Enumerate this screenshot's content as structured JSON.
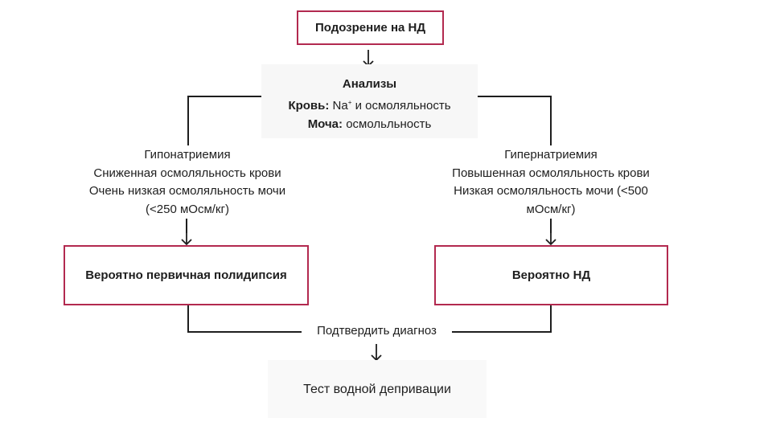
{
  "suspicion": {
    "label": "Подозрение на НД"
  },
  "analyses": {
    "title": "Анализы",
    "blood_label": "Кровь:",
    "blood_value_prefix": "Na",
    "blood_value_sup": "+",
    "blood_value_suffix": " и осмоляльность",
    "urine_label": "Моча:",
    "urine_value": " осмольльность"
  },
  "left_branch": {
    "lines": [
      "Гипонатриемия",
      "Сниженная осмоляльность крови",
      "Очень низкая осмоляльность мочи",
      "(<250 мОсм/кг)"
    ],
    "result": "Вероятно первичная полидипсия"
  },
  "right_branch": {
    "lines": [
      "Гипернатриемия",
      "Повышенная осмоляльность крови",
      "Низкая осмоляльность мочи (<500",
      "мОсм/кг)"
    ],
    "result": "Вероятно НД"
  },
  "confirm": {
    "label": "Подтвердить диагноз"
  },
  "test": {
    "label": "Тест водной депривации"
  },
  "colors": {
    "box_border": "#b2294f",
    "line": "#1e1e1e",
    "panel_bg": "#f7f7f7"
  },
  "icons": [
    "arrow-down-icon"
  ]
}
